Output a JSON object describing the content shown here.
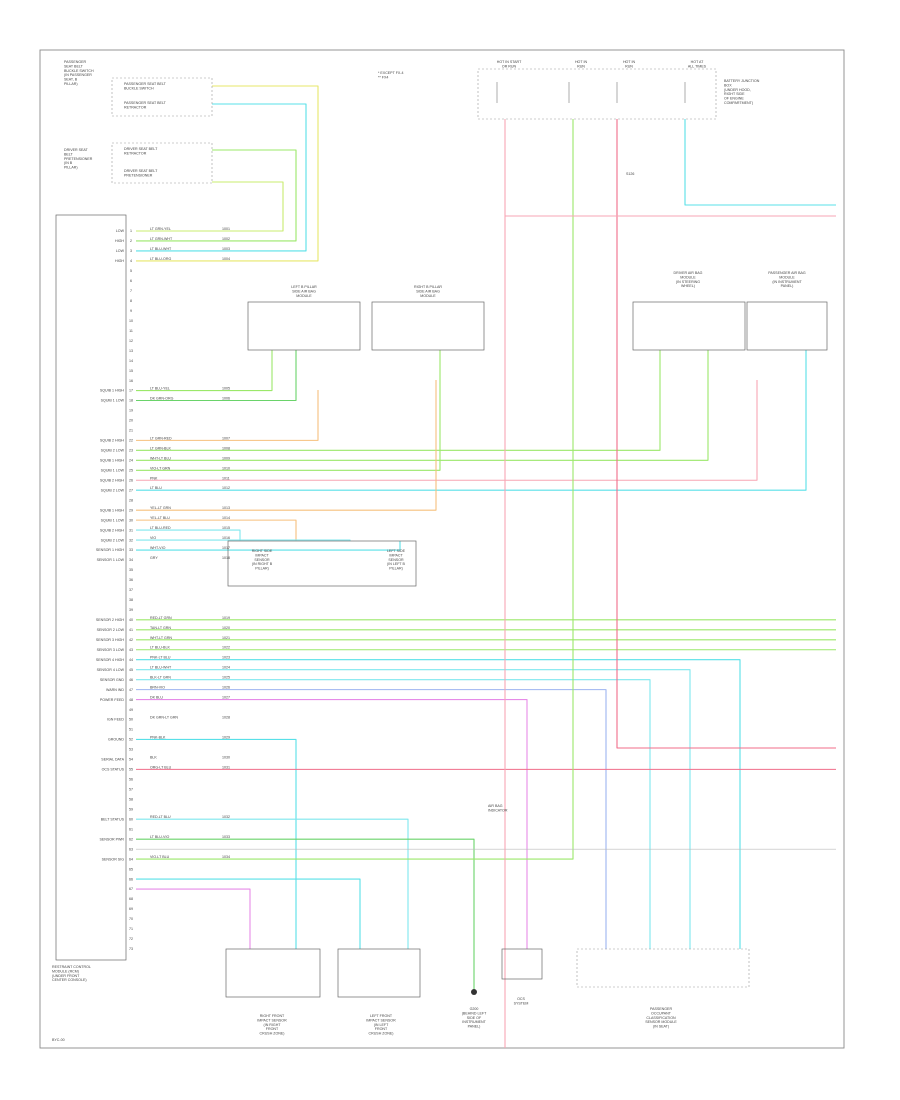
{
  "notes": {
    "top_note": "*   EXCEPT FX-4\n** FX4",
    "footer_code": "BYC-00"
  },
  "components": {
    "passenger_seat_belt_block": "PASSENGER\nSEAT BELT\nBUCKLE SWITCH\n(IN PASSENGER\nSEAT, B\nPILLAR)",
    "passenger_seat_belt_1": "PASSENGER SEAT BELT\nBUCKLE SWITCH",
    "passenger_seat_belt_2": "PASSENGER SEAT BELT\nRETRACTOR",
    "driver_block": "DRIVER SEAT\nBELT\nPRETENSIONER\n(IN B\nPILLAR)",
    "driver_seat_belt_1": "DRIVER SEAT BELT\nRETRACTOR",
    "driver_seat_belt_2": "DRIVER SEAT BELT\nPRETENSIONER",
    "left_b_pillar": "LEFT B PILLAR\nSIDE AIR BAG\nMODULE",
    "right_b_pillar": "RIGHT B PILLAR\nSIDE AIR BAG\nMODULE",
    "driver_air_bag": "DRIVER AIR BAG\nMODULE\n(IN STEERING\nWHEEL)",
    "passenger_air_bag": "PASSENGER AIR BAG\nMODULE\n(IN INSTRUMENT\nPANEL)",
    "right_side_sensor": "RIGHT SIDE\nIMPACT\nSENSOR\n(IN RIGHT B\nPILLAR)",
    "left_side_sensor": "LEFT SIDE\nIMPACT\nSENSOR\n(IN LEFT B\nPILLAR)",
    "right_front_sensor": "RIGHT FRONT\nIMPACT SENSOR\n(IN RIGHT\nFRONT\nCRUSH ZONE)",
    "left_front_sensor": "LEFT FRONT\nIMPACT SENSOR\n(IN LEFT\nFRONT\nCRUSH ZONE)",
    "ground": "G200\n(BEHIND LEFT\nSIDE OF\nINSTRUMENT\nPANEL)",
    "diode": "OCS\nSYSTEM",
    "gauge": "AIR BAG\nINDICATOR",
    "passenger_occupant": "PASSENGER\nOCCUPANT\nCLASSIFICATION\nSENSOR MODULE\n(IN SEAT)",
    "fuse_block": "BATTERY JUNCTION\nBOX\n(UNDER HOOD,\nRIGHT SIDE\nOF ENGINE\nCOMPARTMENT)",
    "rcm": "RESTRAINT CONTROL\nMODULE (RCM)\n(UNDER FRONT\nCENTER CONSOLE)",
    "splice_label": "S126"
  },
  "fuses": [
    "HOT IN START\nOR RUN",
    "HOT IN\nRUN",
    "HOT IN\nRUN",
    "HOT AT\nALL TIMES"
  ],
  "rcm_pins": [
    "1",
    "2",
    "3",
    "4",
    "5",
    "6",
    "7",
    "8",
    "9",
    "10",
    "11",
    "12",
    "13",
    "14",
    "15",
    "16",
    "17",
    "18",
    "19",
    "20",
    "21",
    "22",
    "23",
    "24",
    "25",
    "26",
    "27",
    "28",
    "29",
    "30",
    "31",
    "32",
    "33",
    "34",
    "35",
    "36",
    "37",
    "38",
    "39",
    "40",
    "41",
    "42",
    "43",
    "44",
    "45",
    "46",
    "47",
    "48",
    "49",
    "50",
    "51",
    "52",
    "53",
    "54",
    "55",
    "56",
    "57",
    "58",
    "59",
    "60",
    "61",
    "62",
    "63",
    "64",
    "65",
    "66",
    "67",
    "68",
    "69",
    "70",
    "71",
    "72",
    "73"
  ],
  "rcm_pin_labels": [
    "LOW",
    "HIGH",
    "LOW",
    "HIGH",
    "SQUIB 1 HIGH",
    "SQUIB 1 LOW",
    "SQUIB 2 HIGH",
    "SQUIB 2 LOW",
    "SQUIB 1 HIGH",
    "SQUIB 1 LOW",
    "SQUIB 2 HIGH",
    "SQUIB 2 LOW",
    "SQUIB 1 HIGH",
    "SQUIB 1 LOW",
    "SQUIB 2 HIGH",
    "SQUIB 2 LOW",
    "SENSOR 1 HIGH",
    "SENSOR 1 LOW",
    "SENSOR 2 HIGH",
    "SENSOR 2 LOW",
    "SENSOR 3 HIGH",
    "SENSOR 3 LOW",
    "SENSOR 4 HIGH",
    "SENSOR 4 LOW",
    "SENSOR GND",
    "WARN IND",
    "POWER FEED",
    "IGN FEED",
    "GROUND",
    "SERIAL DATA",
    "OCS STATUS",
    "BELT STATUS",
    "SENSOR PWR",
    "SENSOR SIG"
  ],
  "wire_labels": [
    "LT GRN-YEL",
    "LT GRN-WHT",
    "LT BLU-WHT",
    "LT BLU-ORG",
    "LT BLU-YEL",
    "DK GRN-ORG",
    "LT GRN-RED",
    "LT GRN-BLK",
    "WHT-LT BLU",
    "VIO-LT GRN",
    "PNK",
    "LT BLU",
    "YEL-LT GRN",
    "YEL-LT BLU",
    "LT BLU-RED",
    "VIO",
    "WHT-VIO",
    "GRY",
    "RED-LT GRN",
    "TAN-LT GRN",
    "WHT-LT GRN",
    "LT BLU-BLK",
    "PNK-LT BLU",
    "LT BLU-WHT",
    "BLK-LT GRN",
    "BRN-VIO",
    "DK BLU",
    "DK GRN-LT GRN",
    "PNK-BLK",
    "BLK",
    "ORG-LT BLU",
    "RED-LT BLU",
    "LT BLU-VIO",
    "VIO-LT BLU"
  ],
  "circuit_nums": [
    "1001",
    "1002",
    "1003",
    "1004",
    "1005",
    "1006",
    "1007",
    "1008",
    "1009",
    "1010",
    "1011",
    "1012",
    "1013",
    "1014",
    "1015",
    "1016",
    "1017",
    "1018",
    "1019",
    "1020",
    "1021",
    "1022",
    "1023",
    "1024",
    "1025",
    "1026",
    "1027",
    "1028",
    "1029",
    "1030",
    "1031",
    "1032",
    "1033",
    "1034"
  ],
  "colors": {
    "frame": "#8a8a8a",
    "text": "#444444",
    "lt_grn": "#9be86a",
    "dk_grn": "#6ad36a",
    "lt_blu": "#7fe7ee",
    "cyan": "#58e0e8",
    "pink": "#f7a6b4",
    "red": "#f06d8a",
    "orange": "#f6c07d",
    "yellow": "#e7e76a",
    "magenta": "#e68be8",
    "purple": "#b38be6",
    "blue": "#9db4f0",
    "ygreen": "#c8ec6f",
    "black": "#333333"
  }
}
